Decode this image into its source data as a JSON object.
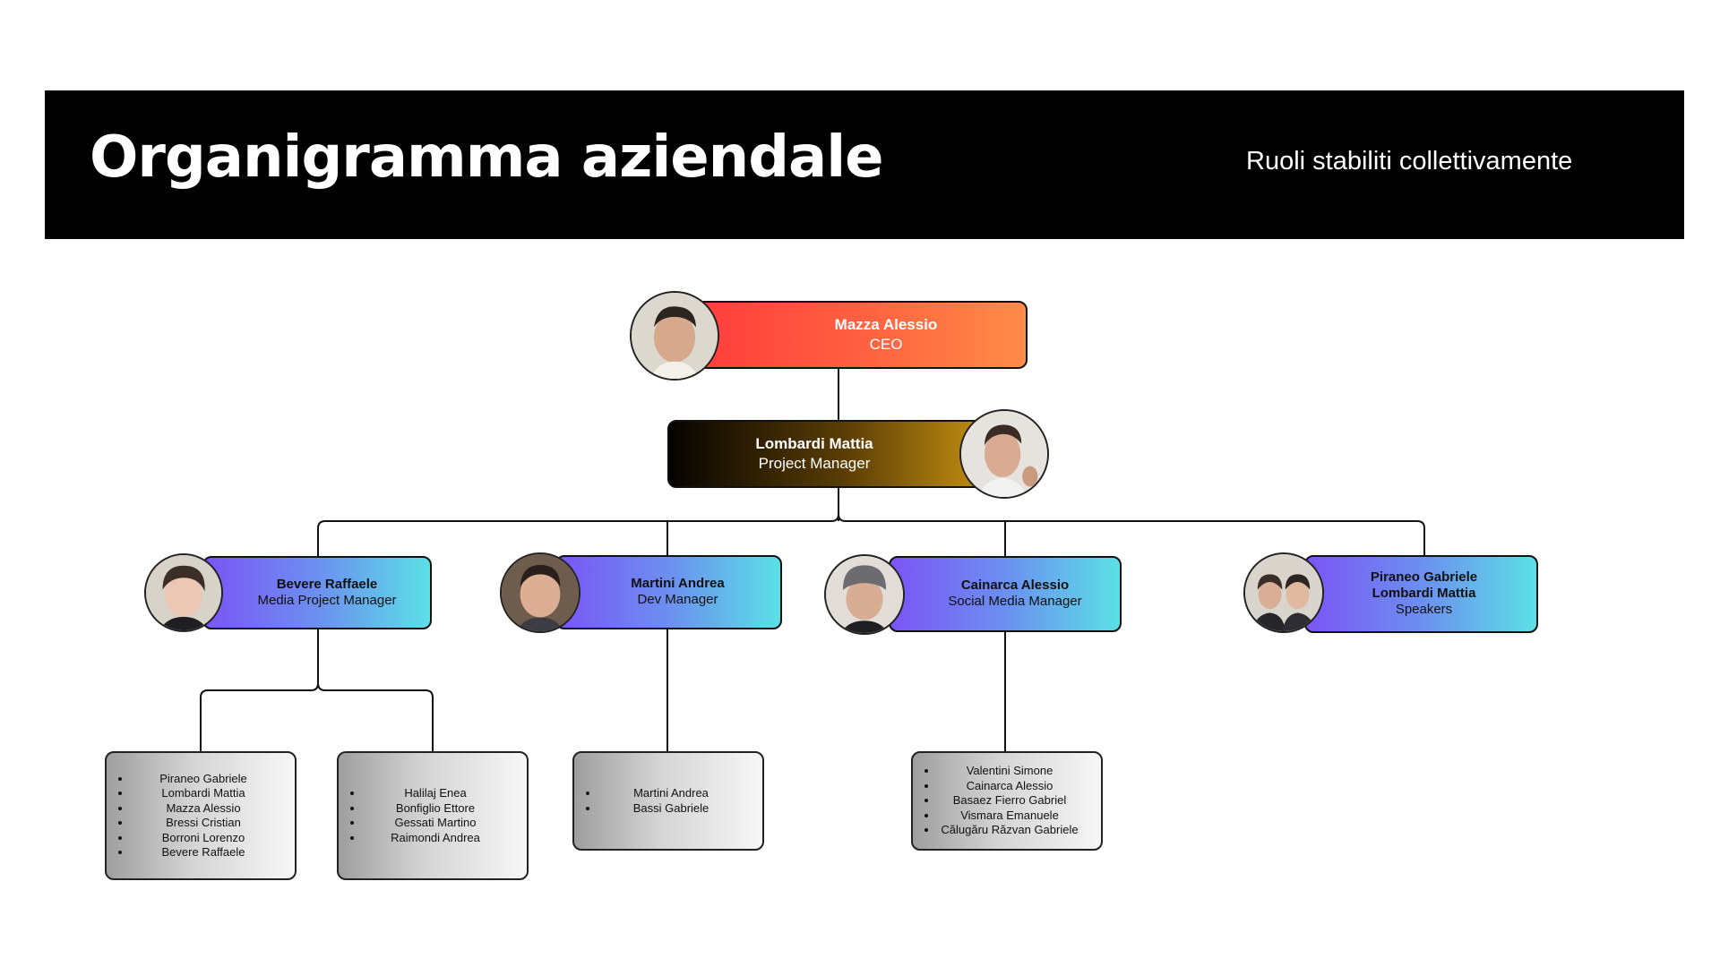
{
  "header": {
    "title": "Organigramma aziendale",
    "subtitle": "Ruoli stabiliti collettivamente"
  },
  "ceo": {
    "name": "Mazza Alessio",
    "role": "CEO"
  },
  "project_manager": {
    "name": "Lombardi Mattia",
    "role": "Project Manager"
  },
  "managers": [
    {
      "name": "Bevere Raffaele",
      "role": "Media Project Manager"
    },
    {
      "name": "Martini Andrea",
      "role": "Dev Manager"
    },
    {
      "name": "Cainarca Alessio",
      "role": "Social Media Manager"
    },
    {
      "names": [
        "Piraneo Gabriele",
        "Lombardi Mattia"
      ],
      "role": "Speakers"
    }
  ],
  "teams": [
    [
      "Piraneo Gabriele",
      "Lombardi Mattia",
      "Mazza Alessio",
      "Bressi Cristian",
      "Borroni Lorenzo",
      "Bevere Raffaele"
    ],
    [
      "Halilaj Enea",
      "Bonfiglio Ettore",
      "Gessati Martino",
      "Raimondi Andrea"
    ],
    [
      "Martini Andrea",
      "Bassi Gabriele"
    ],
    [
      "Valentini Simone",
      "Cainarca Alessio",
      "Basaez Fierro Gabriel",
      "Vismara Emanuele",
      "Călugăru Răzvan Gabriele"
    ]
  ],
  "colors": {
    "ceo_gradient": [
      "#ff3d3d",
      "#ff8c48"
    ],
    "pm_gradient": [
      "#050300",
      "#c48f12"
    ],
    "manager_gradient": [
      "#7a55f5",
      "#5be0e6"
    ],
    "team_gradient": [
      "#9e9e9e",
      "#f7f7f7"
    ]
  }
}
